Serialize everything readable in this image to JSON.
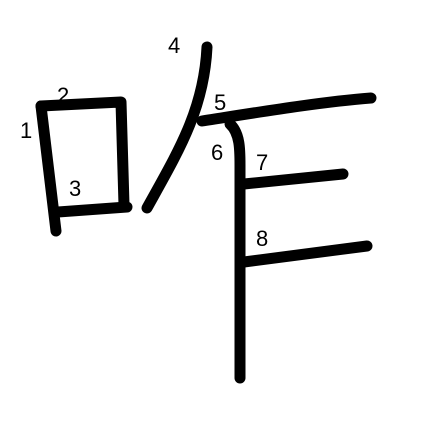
{
  "character": "咋",
  "ink_color": "#000000",
  "background_color": "#ffffff",
  "stroke_numbers": [
    "1",
    "2",
    "3",
    "4",
    "5",
    "6",
    "7",
    "8"
  ]
}
